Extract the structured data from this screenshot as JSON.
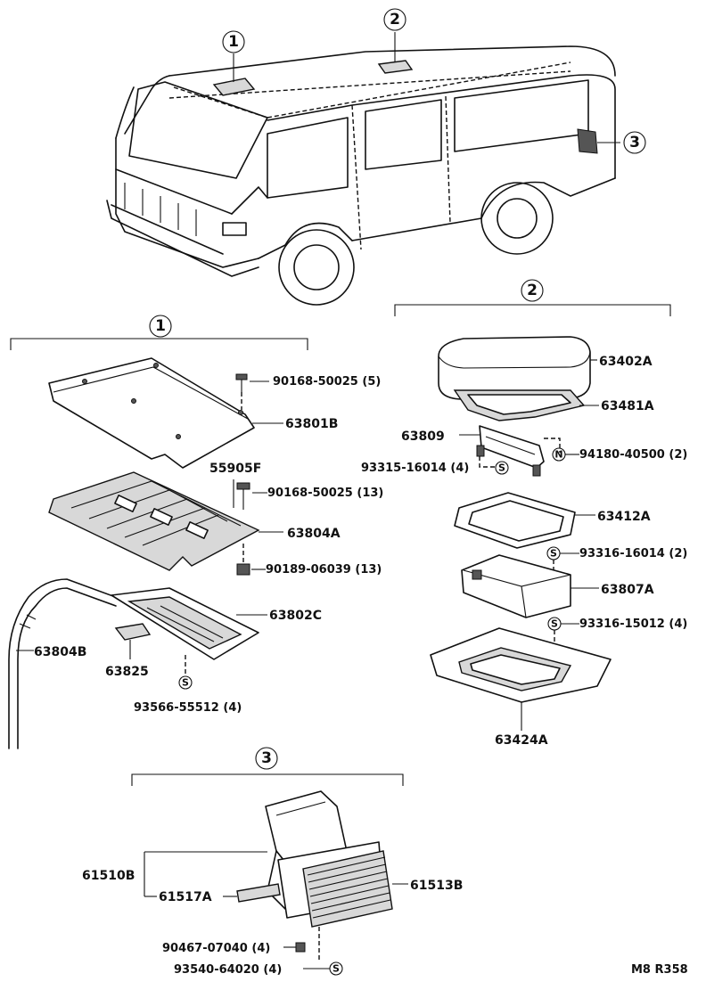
{
  "callouts": {
    "c1": "1",
    "c2": "2",
    "c3": "3"
  },
  "symbols": {
    "s": "S",
    "n": "N"
  },
  "section1": {
    "p63801B": "63801B",
    "p90168_5": "90168-50025 (5)",
    "p55905F": "55905F",
    "p90168_13": "90168-50025 (13)",
    "p63804A": "63804A",
    "p90189": "90189-06039 (13)",
    "p63804B": "63804B",
    "p63802C": "63802C",
    "p63825": "63825",
    "p93566": "93566-55512 (4)"
  },
  "section2": {
    "p63402A": "63402A",
    "p63481A": "63481A",
    "p63809": "63809",
    "p94180": "94180-40500 (2)",
    "p93315": "93315-16014 (4)",
    "p63412A": "63412A",
    "p93316_16014": "93316-16014 (2)",
    "p63807A": "63807A",
    "p93316_15012": "93316-15012 (4)",
    "p63424A": "63424A"
  },
  "section3": {
    "p61510B": "61510B",
    "p61517A": "61517A",
    "p61513B": "61513B",
    "p90467": "90467-07040 (4)",
    "p93540": "93540-64020 (4)"
  },
  "footer": {
    "code": "M8 R358"
  }
}
